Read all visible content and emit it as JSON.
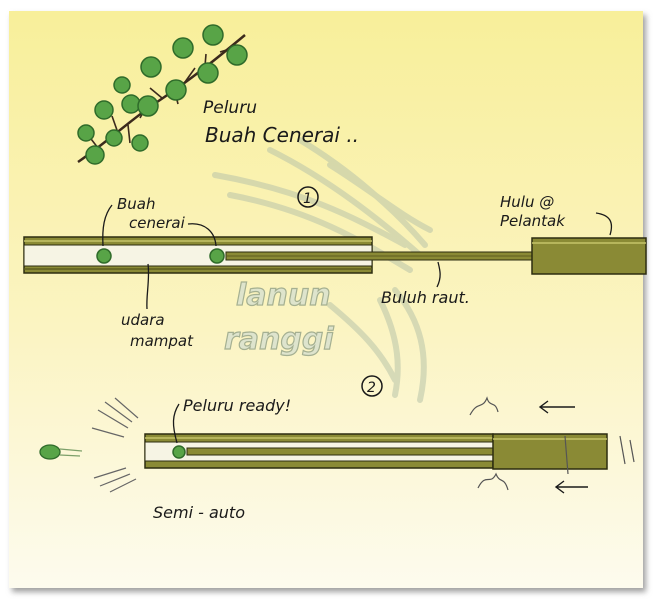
{
  "title": {
    "line1": "Peluru",
    "line2": "Buah Cenerai .."
  },
  "steps": {
    "one": "1",
    "two": "2"
  },
  "labels": {
    "buah_line1": "Buah",
    "buah_line2": "cenerai",
    "udara_line1": "udara",
    "udara_line2": "mampat",
    "hulu_line1": "Hulu @",
    "hulu_line2": "Pelantak",
    "buluh": "Buluh raut.",
    "peluru_ready": "Peluru ready!",
    "semi_auto": "Semi - auto"
  },
  "watermark": {
    "line1": "lanun",
    "line2": "ranggi"
  },
  "colors": {
    "background_top": "#f8ef9a",
    "background_bottom": "#fdfbee",
    "tube": "#8a8a35",
    "tube_dark": "#5d5c1f",
    "berry": "#58a447",
    "berry_dark": "#2f6b2a",
    "branch": "#3b2a1c"
  }
}
